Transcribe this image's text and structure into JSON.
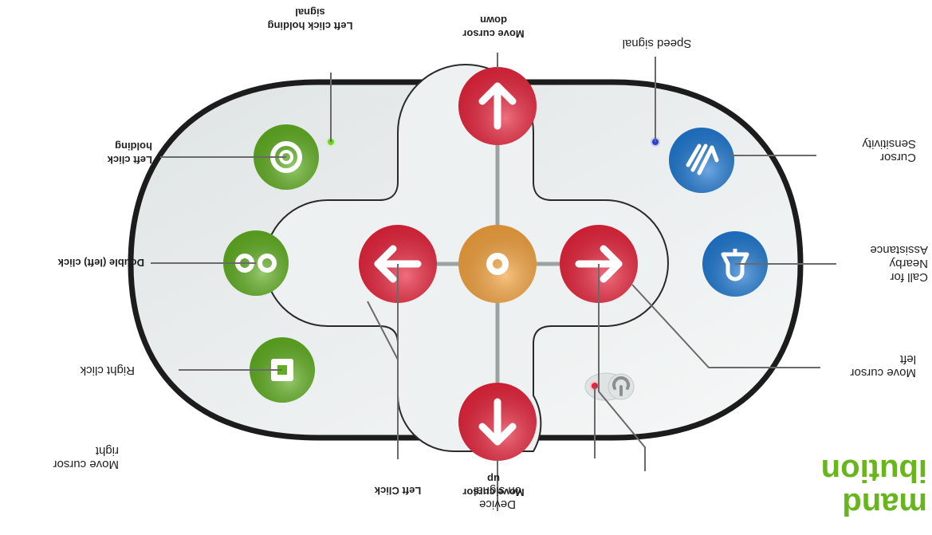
{
  "title": {
    "line1": "mand",
    "line2": "ibution"
  },
  "labels": {
    "device_on_signal": "Device\non signal",
    "move_up": "Move cursor\nup",
    "left_click": "Left Click",
    "move_right": "Move cursor\nright",
    "right_click": "Right click",
    "double_left_click": "Double (left) click",
    "left_click_holding": "Left click\nholding",
    "left_click_holding_signal": "Left click holding\nsignal",
    "move_down": "Move cursor\ndown",
    "speed_signal": "Speed signal",
    "cursor_sensitivity": "Cursor\nSensitivity",
    "call_nearby": "Call for\nNearby\nAssistance",
    "move_left": "Move cursor\nleft"
  },
  "colors": {
    "red": "#e8223a",
    "orange": "#f4a23c",
    "green": "#5fae1f",
    "blue": "#1e78d2",
    "title_green": "#69b51e"
  },
  "icons": {
    "up": "arrow-up-icon",
    "down": "arrow-down-icon",
    "left": "arrow-left-icon",
    "right": "arrow-right-icon",
    "center": "circle-icon",
    "right_click": "square-icon",
    "double_click": "double-circle-icon",
    "hold": "ring-icon",
    "bell": "bell-icon",
    "hand": "hand-icon",
    "power": "power-icon"
  }
}
